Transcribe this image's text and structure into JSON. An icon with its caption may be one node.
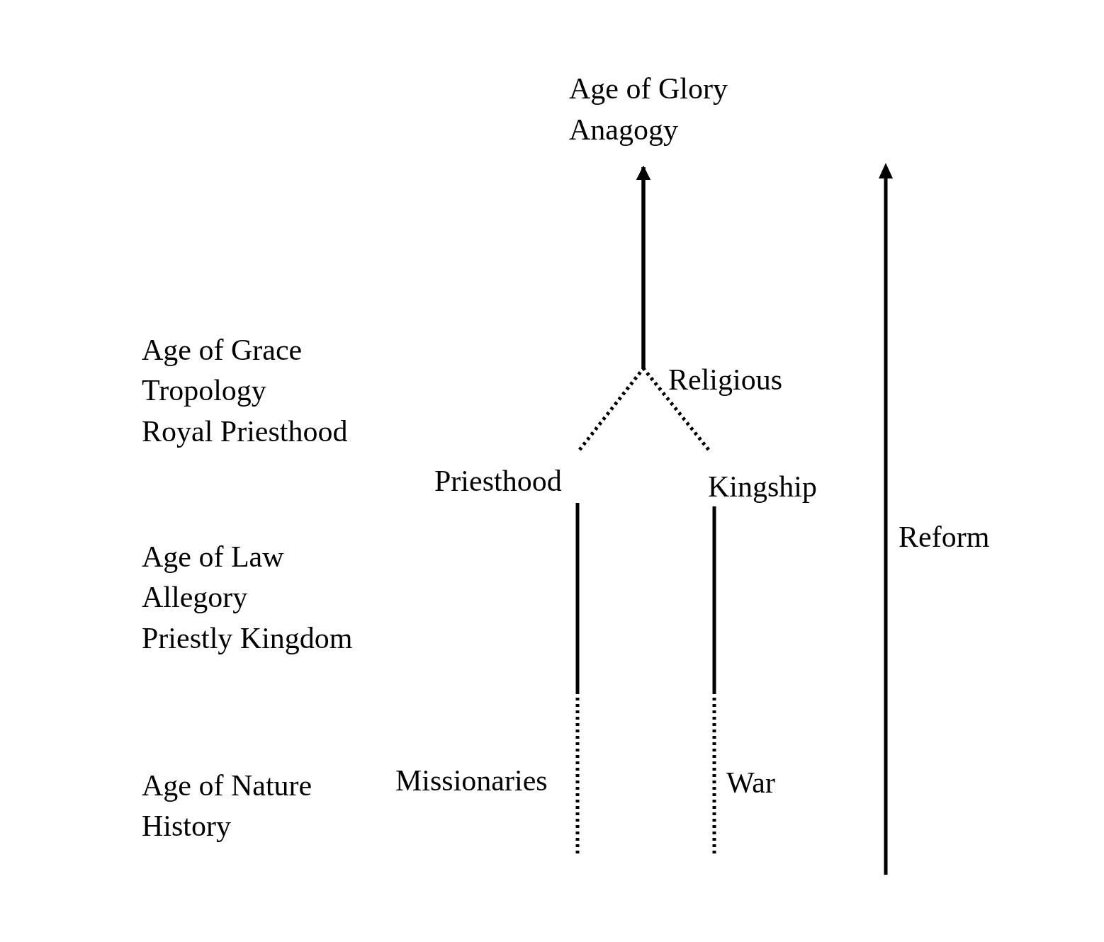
{
  "diagram": {
    "nodes": [
      {
        "text": [
          "Age of Glory",
          "Anagogy"
        ]
      },
      {
        "text": [
          "Priesthood"
        ]
      },
      {
        "text": [
          "Kingship"
        ]
      }
    ],
    "edges": [
      {
        "from": 1,
        "to": 0,
        "arrow": "to",
        "style": "dashed"
      },
      {
        "from": 2,
        "to": 0,
        "arrow": "to",
        "style": "dashed"
      },
      {
        "from": null,
        "to": 1,
        "arrow": "none",
        "style": "dashed"
      },
      {
        "from": null,
        "to": 2,
        "arrow": "none",
        "style": "dashed"
      }
    ],
    "labels": [
      "Age of Grace",
      "Religious",
      "Tropology",
      "Royal Priesthood",
      "Reform",
      "Age of Law",
      "Allegory",
      "Priestly Kingdom",
      "Missionaries",
      "War",
      "Age of Nature",
      "History"
    ]
  }
}
